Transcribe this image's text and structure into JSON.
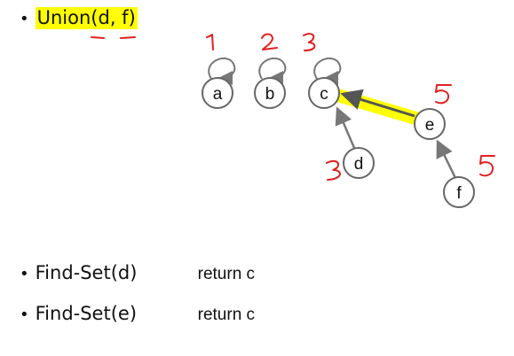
{
  "heading": {
    "bullet": "•",
    "text": "Union(d, f)"
  },
  "nodes": {
    "a": "a",
    "b": "b",
    "c": "c",
    "d": "d",
    "e": "e",
    "f": "f"
  },
  "rank_annotations": {
    "a": "1",
    "b": "2",
    "c": "3",
    "d": "3",
    "e": "5",
    "f": "5"
  },
  "find_set": [
    {
      "bullet": "•",
      "label": "Find-Set(d)",
      "result": "return  c"
    },
    {
      "bullet": "•",
      "label": "Find-Set(e)",
      "result": "return  c"
    }
  ],
  "colors": {
    "highlight": "#ffff00",
    "ink": "#e02020",
    "edge": "#777777",
    "node_border": "#666666",
    "union_edge": "#555555"
  }
}
